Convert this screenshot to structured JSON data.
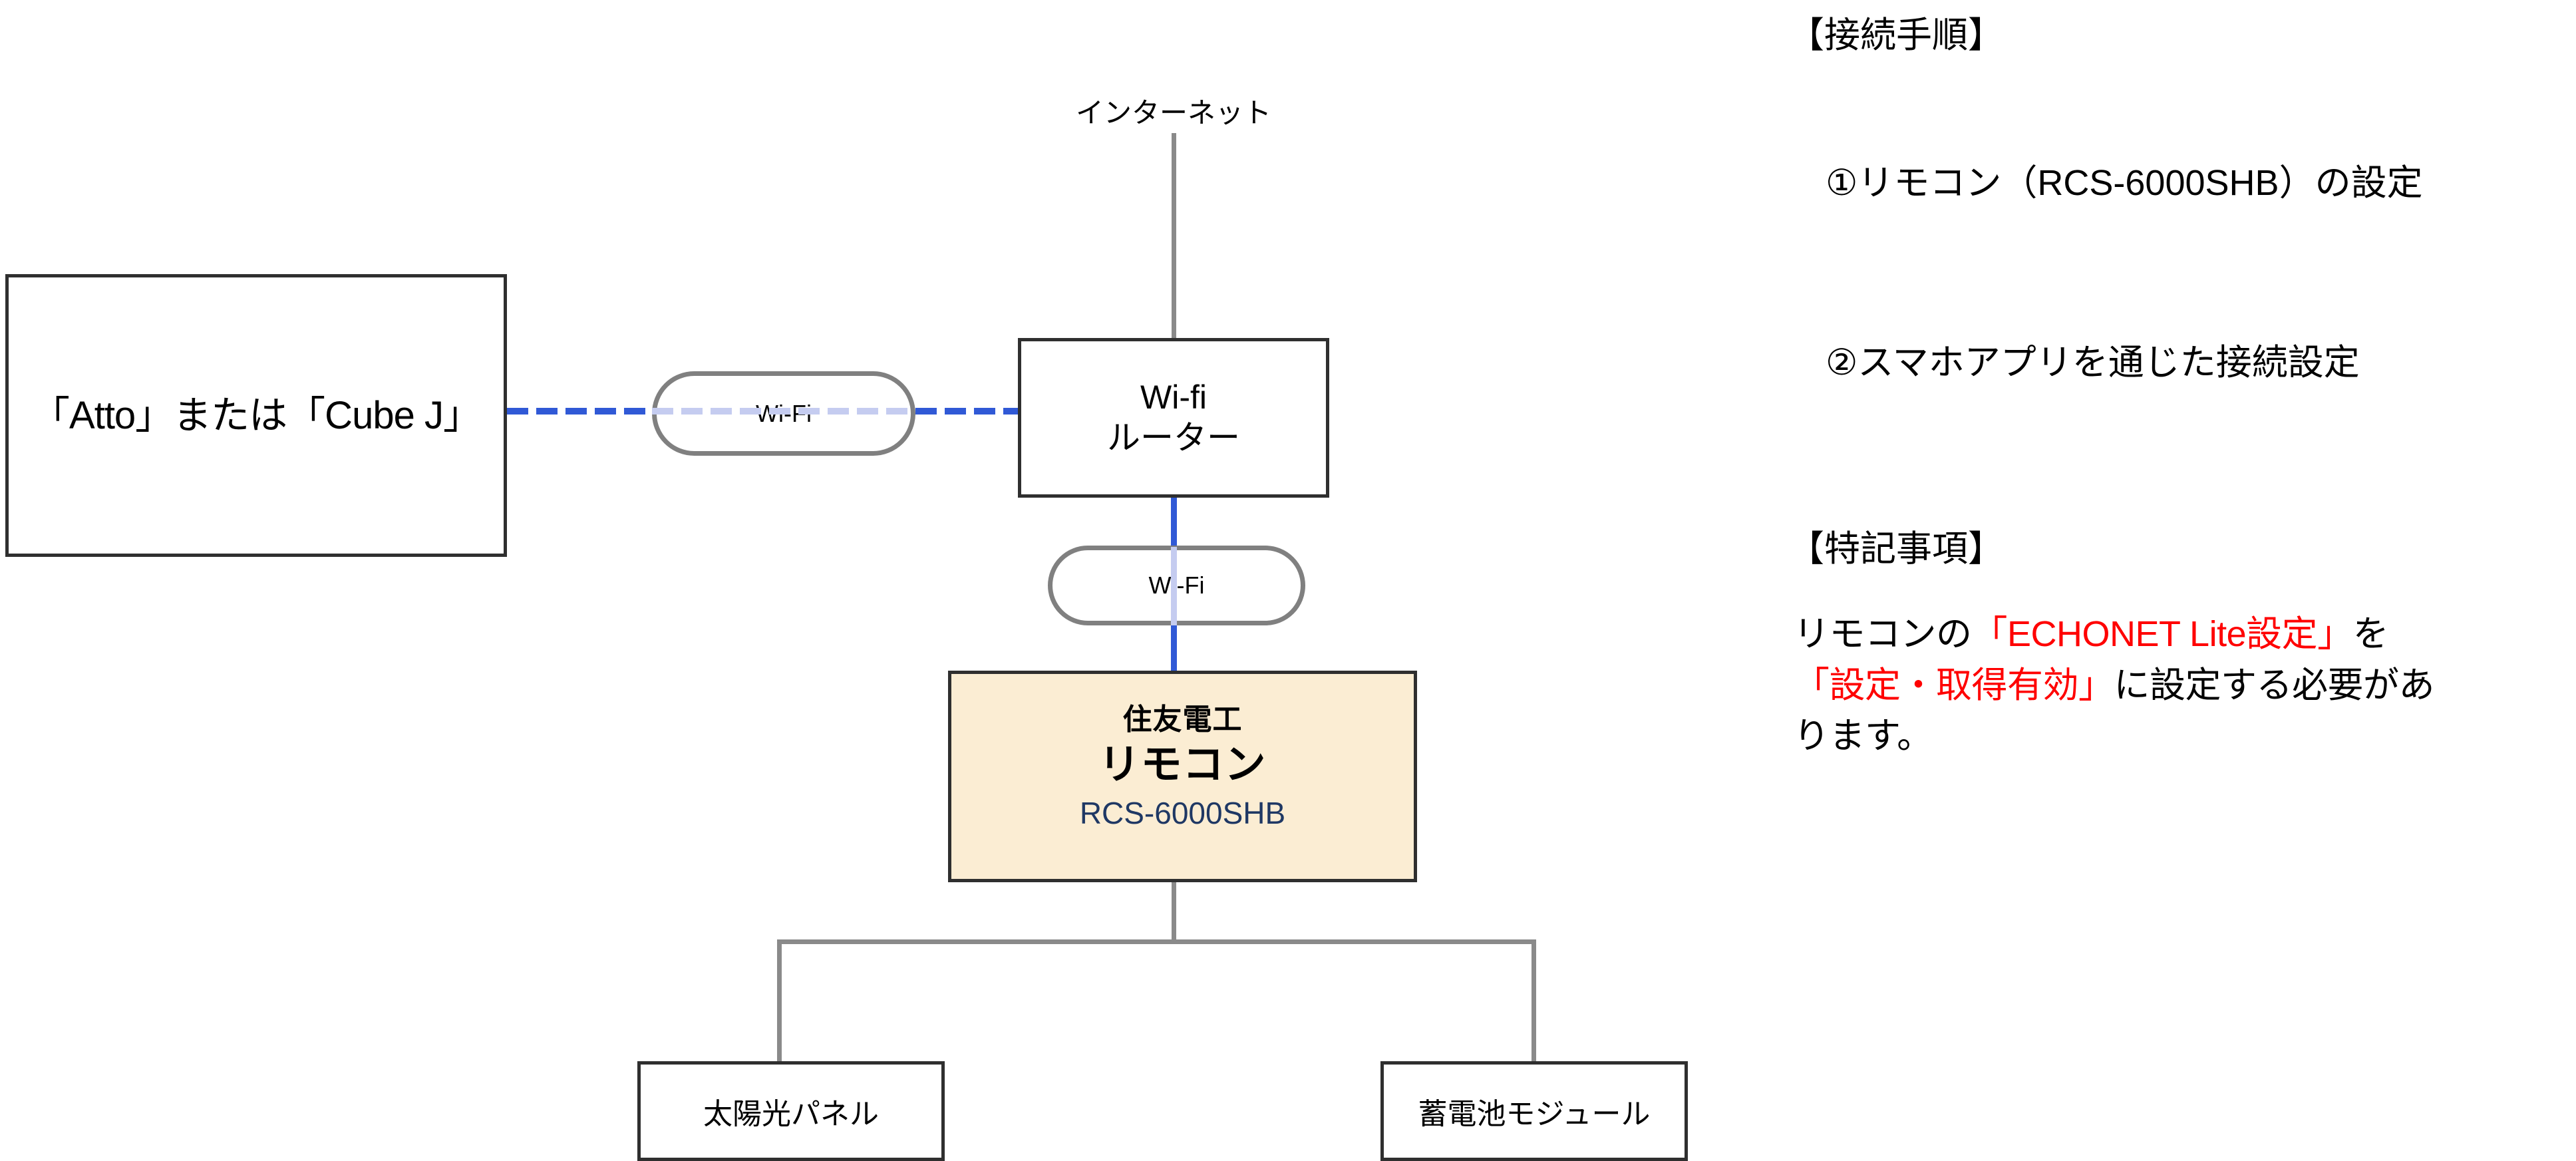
{
  "diagram": {
    "internet_label": "インターネット",
    "client_box": {
      "label": "「Atto」または「Cube J」"
    },
    "wifi_link_1": {
      "label": "Wi-Fi"
    },
    "wifi_link_2": {
      "label": "Wi-Fi"
    },
    "router_box": {
      "line1": "Wi-fi",
      "line2": "ルーター"
    },
    "remote_box": {
      "vendor": "住友電工",
      "device": "リモコン",
      "model": "RCS-6000SHB"
    },
    "solar_box": {
      "label": "太陽光パネル"
    },
    "battery_box": {
      "label": "蓄電池モジュール"
    },
    "colors": {
      "wireless_link": "#3059d6",
      "wireless_link_muted": "#c5ccf0",
      "wired_link": "#8a8a8a",
      "box_border": "#2f2f2f",
      "remote_fill": "#fbedd3",
      "model_text": "#1f3864",
      "pill_border": "#808080"
    }
  },
  "panel": {
    "heading_procedure": "【接続手順】",
    "step_1": "①リモコン（RCS-6000SHB）の設定",
    "step_2": "②スマホアプリを通じた接続設定",
    "heading_notes": "【特記事項】",
    "note": {
      "part_1": "リモコンの",
      "part_2_red": "「ECHONET Lite設定」",
      "part_3": "を",
      "part_4_red": "「設定・取得有効」",
      "part_5": "に設定する必要があります。",
      "highlight_color": "#ff0000"
    }
  }
}
